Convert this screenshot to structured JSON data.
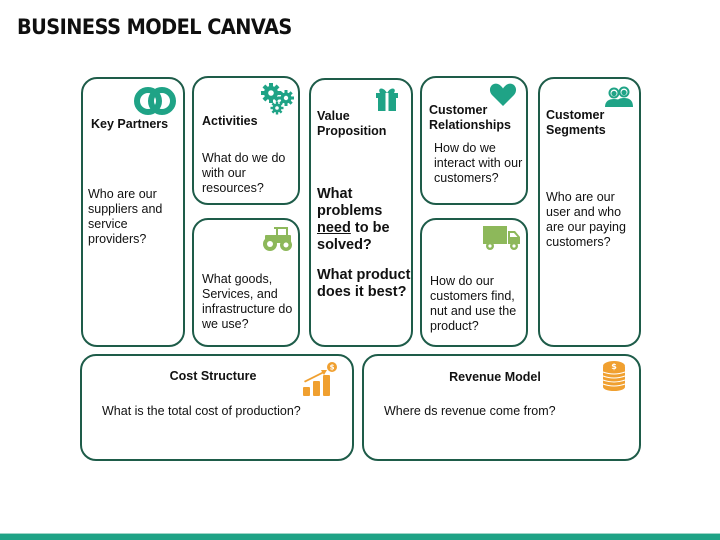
{
  "title": "BUSINESS MODEL CANVAS",
  "colors": {
    "border": "#1e5c49",
    "teal_icon": "#1fa386",
    "green_icon": "#8db85a",
    "orange_icon": "#f0a030",
    "bottom_bar": "#1fa386"
  },
  "blocks": {
    "key_partners": {
      "heading": "Key Partners",
      "icon": "linked-rings-icon",
      "text": "Who are our suppliers and service providers?"
    },
    "activities": {
      "heading": "Activities",
      "icon": "gears-icon",
      "text": "What do we do with our resources?"
    },
    "resources": {
      "icon": "tractor-icon",
      "text": "What goods, Services, and infrastructure do we use?"
    },
    "value_proposition": {
      "heading_line1": "Value",
      "heading_line2": "Proposition",
      "icon": "gift-icon",
      "q1_line1": "What",
      "q1_line2": "problems",
      "q1_underlined": "need",
      "q1_line3_rest": " to be",
      "q1_line4": "solved?",
      "q2_line1": "What product",
      "q2_line2": "does it best?"
    },
    "customer_relationships": {
      "heading_line1": "Customer",
      "heading_line2": "Relationships",
      "icon": "heart-icon",
      "text": "How do we interact with our customers?"
    },
    "channels": {
      "icon": "delivery-truck-icon",
      "text": "How do our customers find, nut and use the product?"
    },
    "customer_segments": {
      "heading_line1": "Customer",
      "heading_line2": "Segments",
      "icon": "customer-support-icon",
      "text": "Who are our user and who are our paying customers?"
    },
    "cost_structure": {
      "heading": "Cost Structure",
      "icon": "growth-chart-dollar-icon",
      "text": "What is the total cost of production?"
    },
    "revenue_model": {
      "heading": "Revenue Model",
      "icon": "coin-stack-icon",
      "text": "Where ds revenue come from?"
    }
  }
}
